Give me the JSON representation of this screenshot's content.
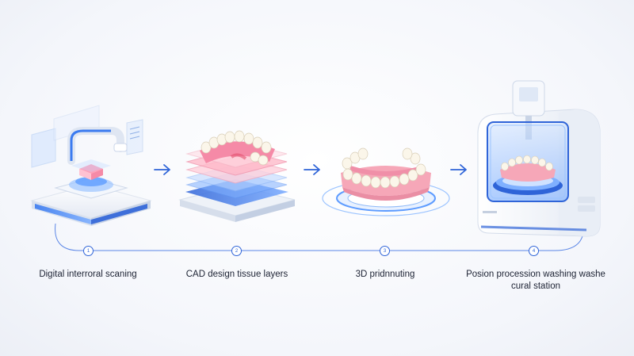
{
  "steps": [
    {
      "number": "1",
      "label": "Digital interroral scaning",
      "icon": "intraoral-scanner-icon"
    },
    {
      "number": "2",
      "label": "CAD design tissue layers",
      "icon": "cad-layers-icon"
    },
    {
      "number": "3",
      "label": "3D pridnnuting",
      "icon": "printed-denture-icon"
    },
    {
      "number": "4",
      "label": "Posion procession washing washe cural station",
      "icon": "wash-cure-station-icon"
    }
  ],
  "colors": {
    "accent": "#2f64d8",
    "gum": "#f6a7b8",
    "tooth": "#fbf6ea",
    "glass": "#cfe2ff"
  }
}
